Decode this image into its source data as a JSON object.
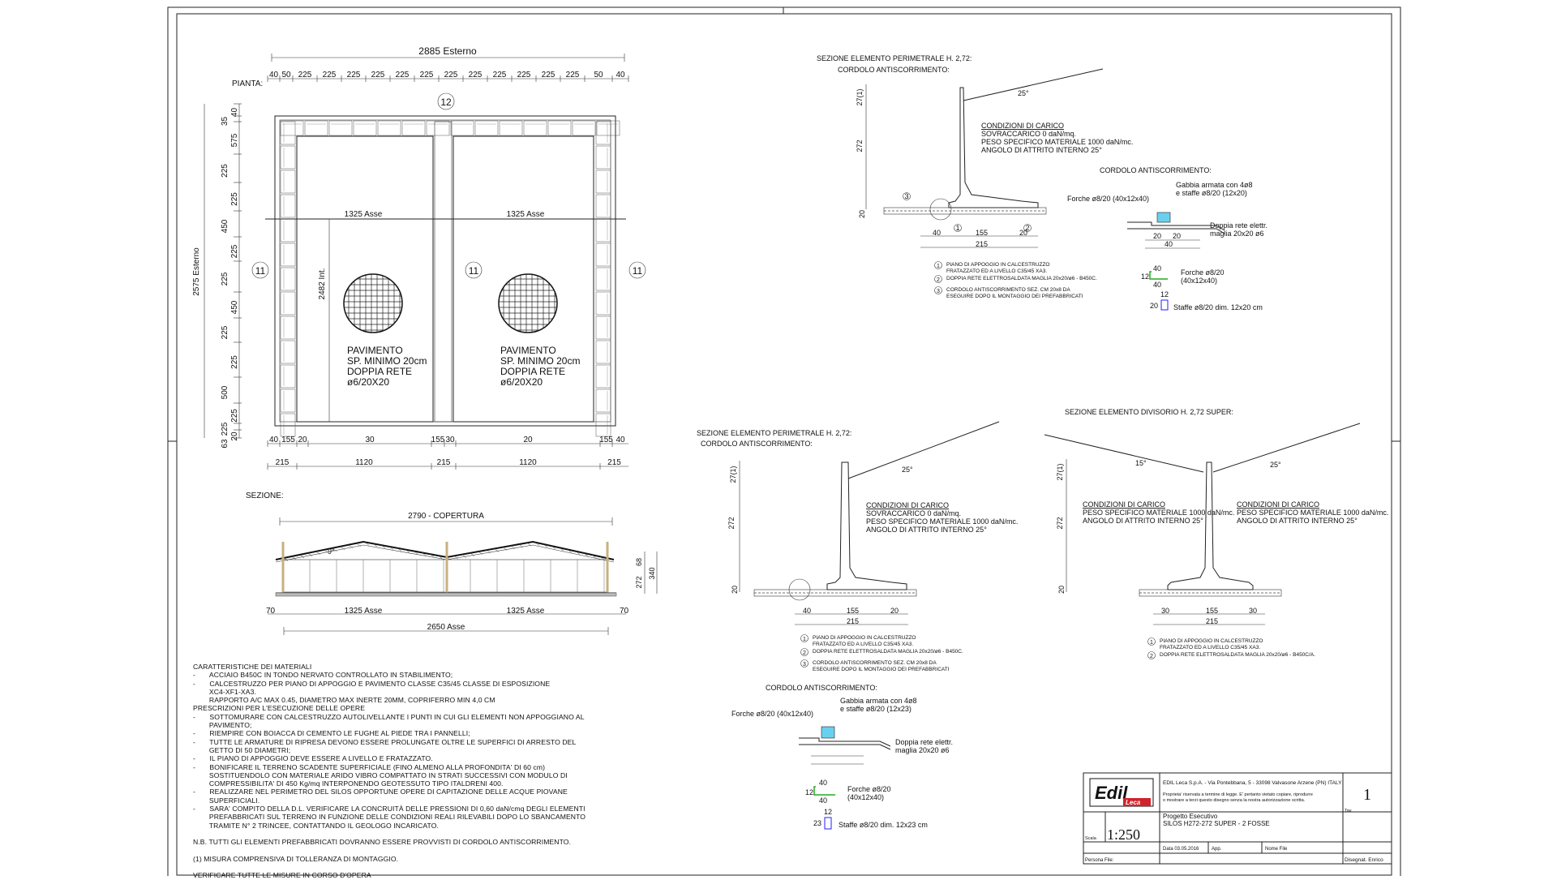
{
  "plan": {
    "label": "PIANTA:",
    "total_external": "2885 Esterno",
    "top_dims": [
      "40",
      "50",
      "225",
      "225",
      "225",
      "225",
      "225",
      "225",
      "225",
      "225",
      "225",
      "225",
      "225",
      "225",
      "50",
      "40"
    ],
    "grid_top": "12",
    "grid_left": "11",
    "grid_mid": "11",
    "grid_right": "11",
    "axis_left": "1325 Asse",
    "axis_right": "1325 Asse",
    "internal": "2482 Int.",
    "left_total": "2575 Esterno",
    "left_dims": [
      "40",
      "35",
      "575",
      "225",
      "225",
      "450",
      "225",
      "225",
      "450",
      "225",
      "225",
      "500",
      "225",
      "225",
      "20",
      "63"
    ],
    "floor_left": [
      "PAVIMENTO",
      "SP. MINIMO 20cm",
      "DOPPIA RETE",
      "ø6/20X20"
    ],
    "floor_right": [
      "PAVIMENTO",
      "SP. MINIMO 20cm",
      "DOPPIA RETE",
      "ø6/20X20"
    ],
    "bottom_dims_1": [
      "40",
      "155",
      "20",
      "30",
      "155",
      "30",
      "20",
      "155",
      "40"
    ],
    "bottom_dims_2": [
      "215",
      "1120",
      "215",
      "1120",
      "215"
    ]
  },
  "section": {
    "label": "SEZIONE:",
    "cover": "2790 - COPERTURA",
    "slope": "9°",
    "h1": "68",
    "h2": "340",
    "h3": "272",
    "left_margin": "70",
    "right_margin": "70",
    "axis_left": "1325 Asse",
    "axis_right": "1325 Asse",
    "total": "2650 Asse"
  },
  "notes": {
    "lines": [
      "CARATTERISTICHE DEI MATERIALI",
      "-       ACCIAIO B450C IN TONDO NERVATO CONTROLLATO IN STABILIMENTO;",
      "-       CALCESTRUZZO PER PIANO DI APPOGGIO E PAVIMENTO CLASSE C35/45 CLASSE DI ESPOSIZIONE",
      "        XC4-XF1-XA3.",
      "        RAPPORTO A/C MAX 0.45, DIAMETRO MAX INERTE 20MM, COPRIFERRO MIN 4,0 CM",
      "PRESCRIZIONI PER L'ESECUZIONE DELLE OPERE",
      "-       SOTTOMURARE CON CALCESTRUZZO AUTOLIVELLANTE I PUNTI IN CUI GLI ELEMENTI NON APPOGGIANO AL",
      "        PAVIMENTO;",
      "-       RIEMPIRE CON BOIACCA DI CEMENTO LE FUGHE AL PIEDE TRA I PANNELLI;",
      "-       TUTTE LE ARMATURE DI RIPRESA DEVONO ESSERE PROLUNGATE OLTRE LE SUPERFICI DI ARRESTO DEL",
      "        GETTO DI 50 DIAMETRI;",
      "-       IL PIANO DI APPOGGIO DEVE ESSERE A LIVELLO E FRATAZZATO.",
      "-       BONIFICARE IL TERRENO SCADENTE SUPERFICIALE (FINO ALMENO ALLA PROFONDITA' DI 60 cm)",
      "        SOSTITUENDOLO CON MATERIALE ARIDO VIBRO COMPATTATO IN STRATI SUCCESSIVI CON MODULO DI",
      "        COMPRESSIBILITA' DI 450 Kg/mq INTERPONENDO GEOTESSUTO TIPO ITALDRENI 400.",
      "-       REALIZZARE NEL PERIMETRO DEL SILOS OPPORTUNE OPERE DI CAPITAZIONE DELLE ACQUE PIOVANE",
      "        SUPERFICIALI.",
      "-       SARA' COMPITO DELLA D.L. VERIFICARE LA CONCRUITÀ DELLE PRESSIONI DI 0,60 daN/cmq DEGLI ELEMENTI",
      "        PREFABBRICATI SUL TERRENO IN FUNZIONE DELLE CONDIZIONI REALI RILEVABILI DOPO LO SBANCAMENTO",
      "        TRAMITE N° 2 TRINCEE, CONTATTANDO IL GEOLOGO INCARICATO.",
      "",
      "N.B. TUTTI GLI ELEMENTI PREFABBRICATI DOVRANNO ESSERE PROVVISTI DI CORDOLO ANTISCORRIMENTO.",
      "",
      "(1) MISURA COMPRENSIVA DI TOLLERANZA DI MONTAGGIO.",
      "",
      "VERIFICARE TUTTE LE MISURE IN CORSO D'OPERA"
    ]
  },
  "detail_top": {
    "title1": "SEZIONE ELEMENTO PERIMETRALE H. 2,72:",
    "title2": "CORDOLO ANTISCORRIMENTO:",
    "h_top": "27(1)",
    "h_wall": "272",
    "h_base": "20",
    "angle": "25°",
    "loads_title": "CONDIZIONI DI CARICO",
    "loads": [
      "SOVRACCARICO 0 daN/mq.",
      "PESO SPECIFICO MATERIALE 1000 daN/mc.",
      "ANGOLO DI ATTRITO INTERNO 25°"
    ],
    "dims": [
      "40",
      "155",
      "20"
    ],
    "total": "215",
    "markers": [
      "1",
      "2",
      "3"
    ],
    "legend": [
      {
        "n": "1",
        "text": "PIANO DI APPOGGIO IN CALCESTRUZZO",
        "text2": "FRATAZZATO ED A LIVELLO C35/45 XA3."
      },
      {
        "n": "2",
        "text": "DOPPIA RETE ELETTROSALDATA MAGLIA 20x20/ø6 - B450C.",
        "text2": ""
      },
      {
        "n": "3",
        "text": "CORDOLO ANTISCORRIMENTO SEZ. CM 20x8 DA",
        "text2": "ESEGUIRE DOPO IL MONTAGGIO DEI PREFABBRICATI"
      }
    ]
  },
  "cordolo_top": {
    "title": "CORDOLO ANTISCORRIMENTO:",
    "gabbia1": "Gabbia armata con 4ø8",
    "gabbia2": "e staffe ø8/20 (12x20)",
    "forche": "Forche ø8/20 (40x12x40)",
    "rete1": "Doppia rete elettr.",
    "rete2": "maglia 20x20 ø6",
    "dims": [
      "20",
      "20",
      "40"
    ],
    "forche_detail1": "Forche ø8/20",
    "forche_detail2": "(40x12x40)",
    "forche_dims": [
      "40",
      "12",
      "40"
    ],
    "staffe": "Staffe ø8/20 dim. 12x20 cm",
    "staffe_dims": [
      "12",
      "20"
    ]
  },
  "detail_mid": {
    "title1": "SEZIONE ELEMENTO PERIMETRALE H. 2,72:",
    "title2": "CORDOLO ANTISCORRIMENTO:",
    "h_top": "27(1)",
    "h_wall": "272",
    "h_base": "20",
    "angle": "25°",
    "loads_title": "CONDIZIONI DI CARICO",
    "loads": [
      "SOVRACCARICO 0 daN/mq.",
      "PESO SPECIFICO MATERIALE 1000 daN/mc.",
      "ANGOLO DI ATTRITO INTERNO 25°"
    ],
    "dims": [
      "40",
      "155",
      "20"
    ],
    "total": "215",
    "legend": [
      {
        "n": "1",
        "text": "PIANO DI APPOGGIO IN CALCESTRUZZO",
        "text2": "FRATAZZATO ED A LIVELLO C35/45 XA3."
      },
      {
        "n": "2",
        "text": "DOPPIA RETE ELETTROSALDATA MAGLIA 20x20/ø6 - B450C.",
        "text2": ""
      },
      {
        "n": "3",
        "text": "CORDOLO ANTISCORRIMENTO SEZ. CM 20x8 DA",
        "text2": "ESEGUIRE DOPO IL MONTAGGIO DEI PREFABBRICATI"
      }
    ]
  },
  "detail_div": {
    "title": "SEZIONE ELEMENTO DIVISORIO H. 2,72 SUPER:",
    "h_top": "27(1)",
    "h_wall": "272",
    "h_base": "20",
    "angle_l": "15°",
    "angle_r": "25°",
    "loads_title_l": "CONDIZIONI DI CARICO",
    "loads_l": [
      "PESO SPECIFICO MATERIALE 1000 daN/mc.",
      "ANGOLO DI ATTRITO INTERNO 25°"
    ],
    "loads_title_r": "CONDIZIONI DI CARICO",
    "loads_r": [
      "PESO SPECIFICO MATERIALE 1000 daN/mc.",
      "ANGOLO DI ATTRITO INTERNO 25°"
    ],
    "dims": [
      "30",
      "155",
      "30"
    ],
    "total": "215",
    "legend": [
      {
        "n": "1",
        "text": "PIANO DI APPOGGIO IN CALCESTRUZZO",
        "text2": "FRATAZZATO ED A LIVELLO C35/45 XA3."
      },
      {
        "n": "2",
        "text": "DOPPIA RETE ELETTROSALDATA MAGLIA 20x20/ø6 - B450C/A.",
        "text2": ""
      }
    ]
  },
  "cordolo_bottom": {
    "title": "CORDOLO ANTISCORRIMENTO:",
    "gabbia1": "Gabbia armata con 4ø8",
    "gabbia2": "e staffe ø8/20 (12x23)",
    "forche": "Forche ø8/20 (40x12x40)",
    "rete1": "Doppia rete elettr.",
    "rete2": "maglia 20x20 ø6",
    "forche_detail1": "Forche ø8/20",
    "forche_detail2": "(40x12x40)",
    "forche_dims": [
      "40",
      "12",
      "40"
    ],
    "staffe": "Staffe ø8/20 dim. 12x23 cm",
    "staffe_dims": [
      "12",
      "23"
    ]
  },
  "title_block": {
    "company": "EDIL Leca S.p.A. - Via Pontebbana, 5 - 33098 Valvasone Arzene (PN) ITALY",
    "rights1": "Proprieta' riservata a termine di legge. E' pertanto vietato copiare, riprodurre",
    "rights2": "o mostrare a terzi questo disegno senza la nostra autorizzazione scritta.",
    "sheet_label": "Tav.",
    "sheet": "1",
    "project1": "Progetto Esecutivo",
    "project2": "SILOS H272-272 SUPER - 2 FOSSE",
    "scale_label": "Scala",
    "scale": "1:250",
    "date": "Data 03.05.2016",
    "app": "App.",
    "file": "Nome File",
    "person": "Persona File:",
    "drafter": "Disegnat. Enrico",
    "logo": "Edil",
    "logo2": "Leca"
  }
}
